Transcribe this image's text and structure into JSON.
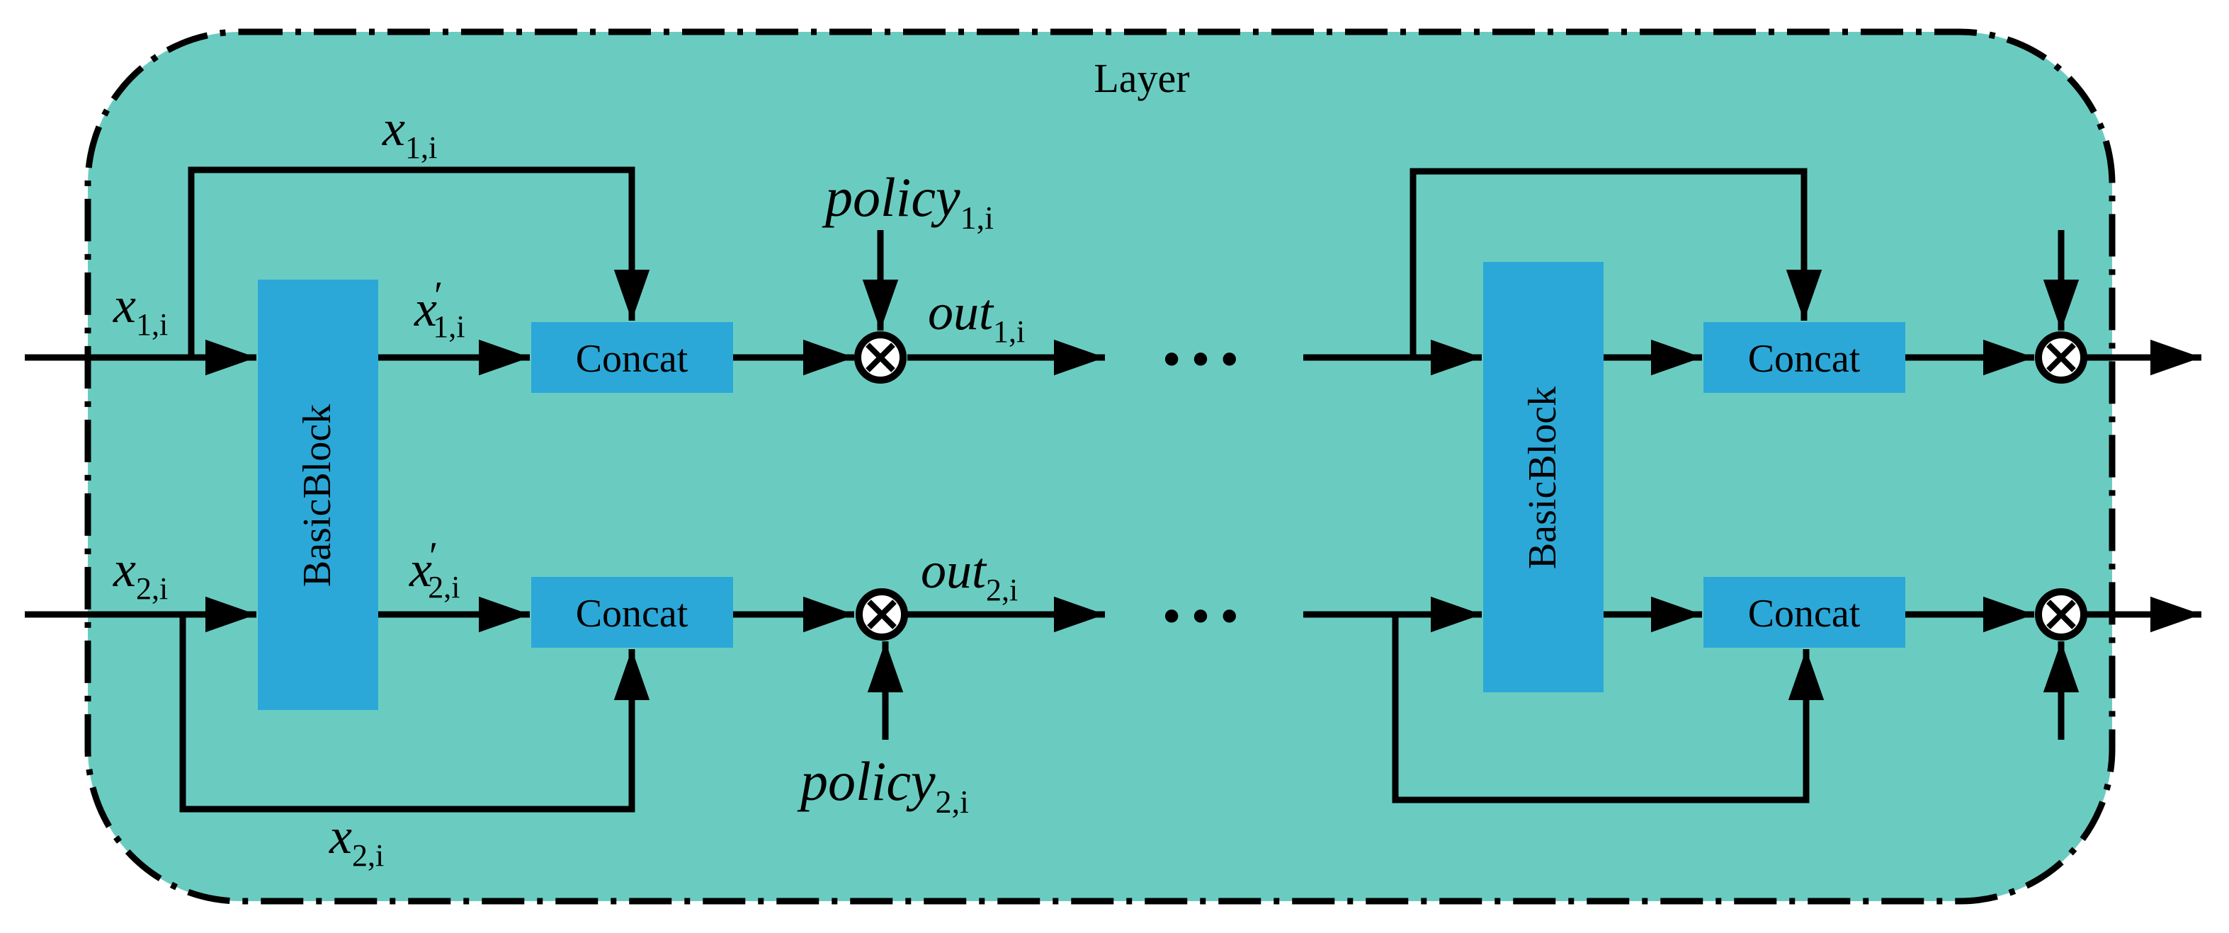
{
  "diagram": {
    "container_title": "Layer",
    "blocks": {
      "basic_block": "BasicBlock",
      "concat": "Concat"
    },
    "signals": {
      "x": "x",
      "out": "out",
      "policy": "policy",
      "prime": "′",
      "idx_1i": "1,i",
      "idx_2i": "2,i"
    },
    "ellipsis": "• • •",
    "colors": {
      "container_fill": "#6accc1",
      "block_fill": "#2ba8d8",
      "line": "#000000"
    }
  }
}
